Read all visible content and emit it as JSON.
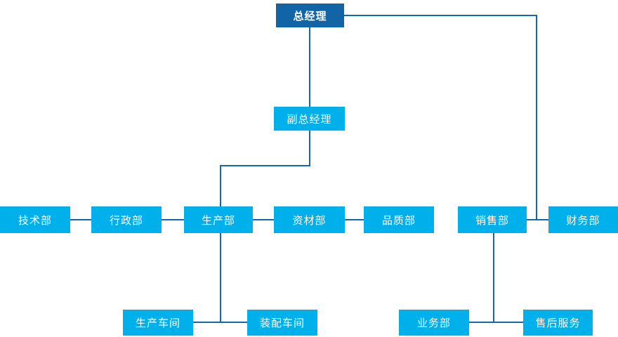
{
  "diagram": {
    "type": "org-chart",
    "language": "zh-CN",
    "colors": {
      "root_node_bg": "#1164a6",
      "node_bg": "#00b0ea",
      "line": "#1467a8",
      "text": "#ffffff",
      "background": "#ffffff"
    },
    "nodes": [
      {
        "id": "general-manager",
        "label": "总经理",
        "level": 1
      },
      {
        "id": "deputy-general-manager",
        "label": "副总经理",
        "level": 2
      },
      {
        "id": "tech-dept",
        "label": "技术部",
        "level": 3
      },
      {
        "id": "admin-dept",
        "label": "行政部",
        "level": 3
      },
      {
        "id": "production-dept",
        "label": "生产部",
        "level": 3
      },
      {
        "id": "materials-dept",
        "label": "资材部",
        "level": 3
      },
      {
        "id": "quality-dept",
        "label": "品质部",
        "level": 3
      },
      {
        "id": "sales-dept",
        "label": "销售部",
        "level": 3
      },
      {
        "id": "finance-dept",
        "label": "财务部",
        "level": 3
      },
      {
        "id": "production-workshop",
        "label": "生产车间",
        "level": 4
      },
      {
        "id": "assembly-workshop",
        "label": "装配车间",
        "level": 4
      },
      {
        "id": "business-dept",
        "label": "业务部",
        "level": 4
      },
      {
        "id": "aftersales-service",
        "label": "售后服务",
        "level": 4
      }
    ],
    "edges": [
      [
        "总经理",
        "副总经理"
      ],
      [
        "总经理",
        "销售部"
      ],
      [
        "总经理",
        "财务部"
      ],
      [
        "副总经理",
        "生产部"
      ],
      [
        "技术部",
        "行政部"
      ],
      [
        "行政部",
        "生产部"
      ],
      [
        "生产部",
        "资材部"
      ],
      [
        "资材部",
        "品质部"
      ],
      [
        "销售部",
        "财务部"
      ],
      [
        "生产部",
        "生产车间"
      ],
      [
        "生产部",
        "装配车间"
      ],
      [
        "销售部",
        "业务部"
      ],
      [
        "销售部",
        "售后服务"
      ]
    ]
  }
}
